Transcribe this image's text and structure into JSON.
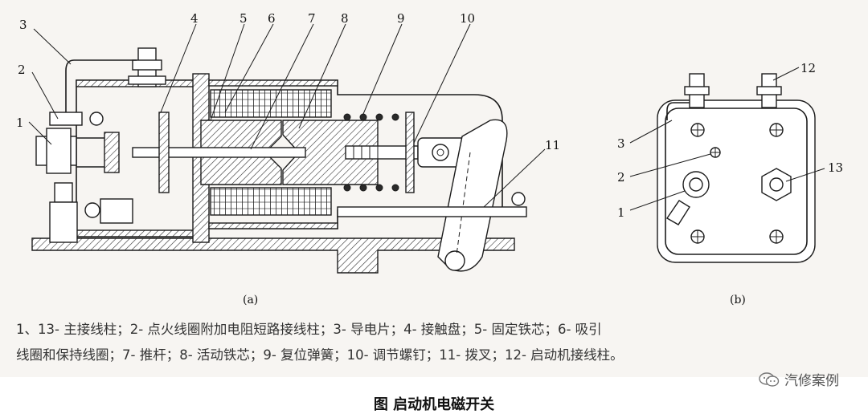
{
  "figure": {
    "callouts_a": [
      "1",
      "2",
      "3",
      "4",
      "5",
      "6",
      "7",
      "8",
      "9",
      "10",
      "11"
    ],
    "callouts_b": [
      "12",
      "3",
      "2",
      "13",
      "1"
    ],
    "subfigure_a": "(a)",
    "subfigure_b": "(b)"
  },
  "legend": {
    "line1": "1、13- 主接线柱；2- 点火线圈附加电阻短路接线柱；3- 导电片；4- 接触盘；5- 固定铁芯；6- 吸引",
    "line2": "线圈和保持线圈；7- 推杆；8- 活动铁芯；9- 复位弹簧；10- 调节螺钉；11- 拨叉；12- 启动机接线柱。"
  },
  "watermark": {
    "text": "汽修案例",
    "icon": "wechat-icon"
  },
  "caption": "图 启动机电磁开关"
}
